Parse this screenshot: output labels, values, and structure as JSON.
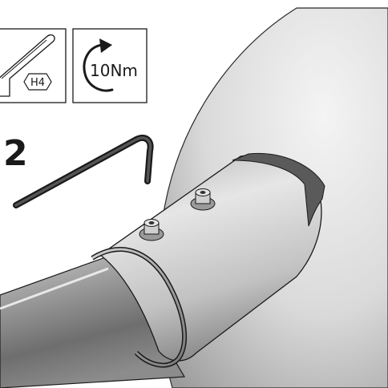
{
  "tool_box": {
    "hex_key_size": "H4",
    "icon": "hex-key-icon"
  },
  "torque_box": {
    "torque_value": "10Nm",
    "icon": "rotate-arrow-icon"
  },
  "step": {
    "number": "2"
  },
  "colors": {
    "line": "#1a1a1a",
    "tool": "#2b2b2b",
    "metal_light": "#e2e2e2",
    "metal_dark": "#8a8a8a"
  }
}
